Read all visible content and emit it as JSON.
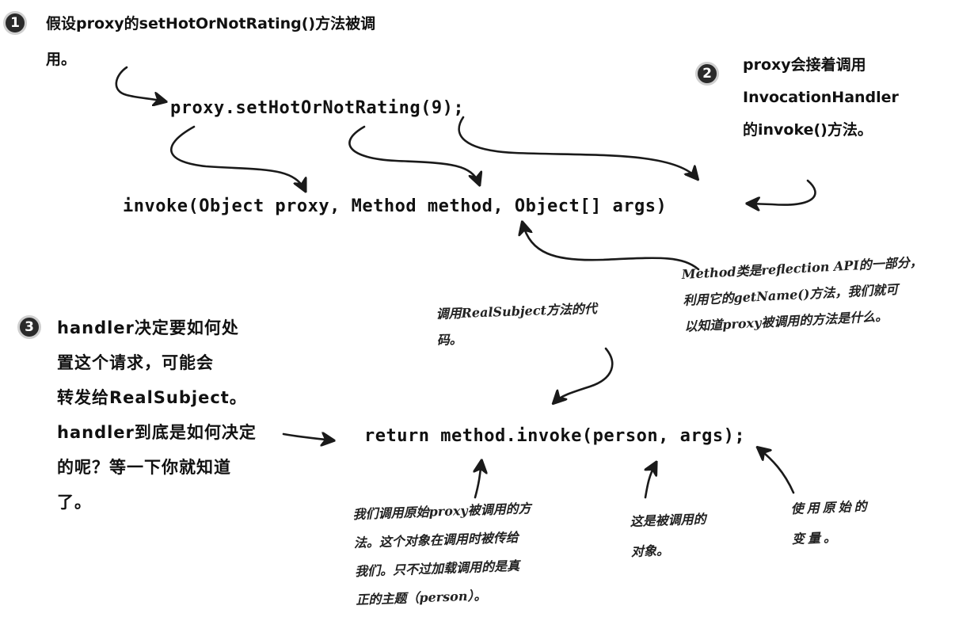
{
  "step1": {
    "number": "1",
    "line1": "假设proxy的setHotOrNotRating()方法被调",
    "line2": "用。"
  },
  "step2": {
    "number": "2",
    "line1": "proxy会接着调用",
    "line2": "InvocationHandler",
    "line3": "的invoke()方法。"
  },
  "step3": {
    "number": "3",
    "line1": "handler决定要如何处",
    "line2": "置这个请求，可能会",
    "line3": "转发给RealSubject。",
    "line4": "handler到底是如何决定",
    "line5": "的呢？等一下你就知道",
    "line6": "了。"
  },
  "code": {
    "call": "proxy.setHotOrNotRating(9);",
    "invoke_signature": "invoke(Object proxy, Method method, Object[] args)",
    "return_statement": "return method.invoke(person, args);"
  },
  "notes": {
    "method_class": {
      "line1": "Method类是reflection API的一部分，",
      "line2": "利用它的getName()方法，我们就可",
      "line3": "以知道proxy被调用的方法是什么。"
    },
    "realsubject_code": {
      "line1": "调用RealSubject方法的代",
      "line2": "码。"
    },
    "original_call": {
      "line1": "我们调用原始proxy被调用的方",
      "line2": "法。这个对象在调用时被传给",
      "line3": "我们。只不过加载调用的是真",
      "line4": "正的主题（person）。"
    },
    "invoked_object": {
      "line1": "这是被调用的",
      "line2": "对象。"
    },
    "original_args": {
      "line1": "使用原始的",
      "line2": "变量。"
    }
  },
  "colors": {
    "ink": "#141414",
    "badge": "#2a2a2a",
    "background": "#ffffff"
  }
}
